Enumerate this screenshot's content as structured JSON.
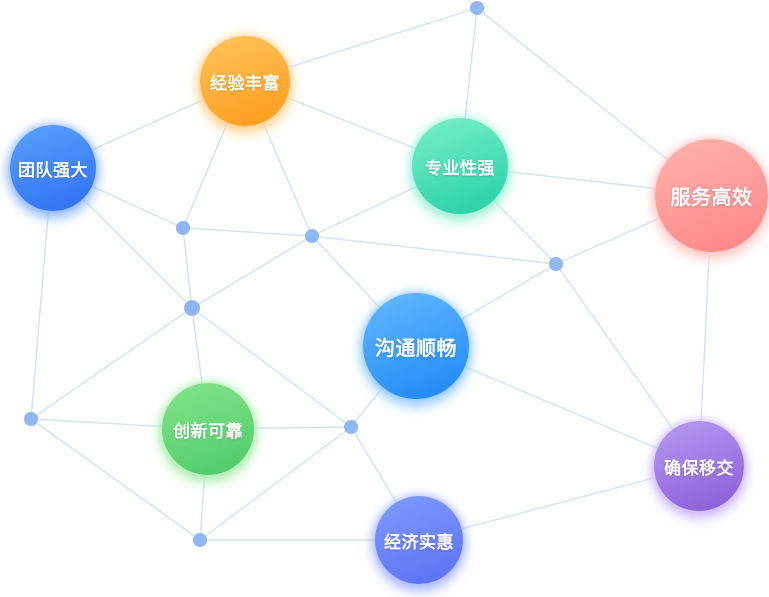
{
  "nodes": [
    {
      "id": "team",
      "label": "团队强大",
      "color_from": "#5aa0ff",
      "color_to": "#2f6ff0",
      "glow": "#8bb5ff"
    },
    {
      "id": "experience",
      "label": "经验丰富",
      "color_from": "#ffc45c",
      "color_to": "#ff9a1a",
      "glow": "#ffcf8a"
    },
    {
      "id": "professional",
      "label": "专业性强",
      "color_from": "#7af0c8",
      "color_to": "#22cfa5",
      "glow": "#9af0d6"
    },
    {
      "id": "efficient",
      "label": "服务高效",
      "color_from": "#ffb3b0",
      "color_to": "#ff8583",
      "glow": "#ffc6c4"
    },
    {
      "id": "communication",
      "label": "沟通顺畅",
      "color_from": "#66b9ff",
      "color_to": "#1a87f5",
      "glow": "#8fc8ff"
    },
    {
      "id": "innovation",
      "label": "创新可靠",
      "color_from": "#86e58a",
      "color_to": "#4cc96a",
      "glow": "#a6ecaa"
    },
    {
      "id": "affordable",
      "label": "经济实惠",
      "color_from": "#7f9cff",
      "color_to": "#5a6ff2",
      "glow": "#a3b3ff"
    },
    {
      "id": "delivery",
      "label": "确保移交",
      "color_from": "#b79cf2",
      "color_to": "#8a5ad6",
      "glow": "#c9b3f5"
    }
  ]
}
